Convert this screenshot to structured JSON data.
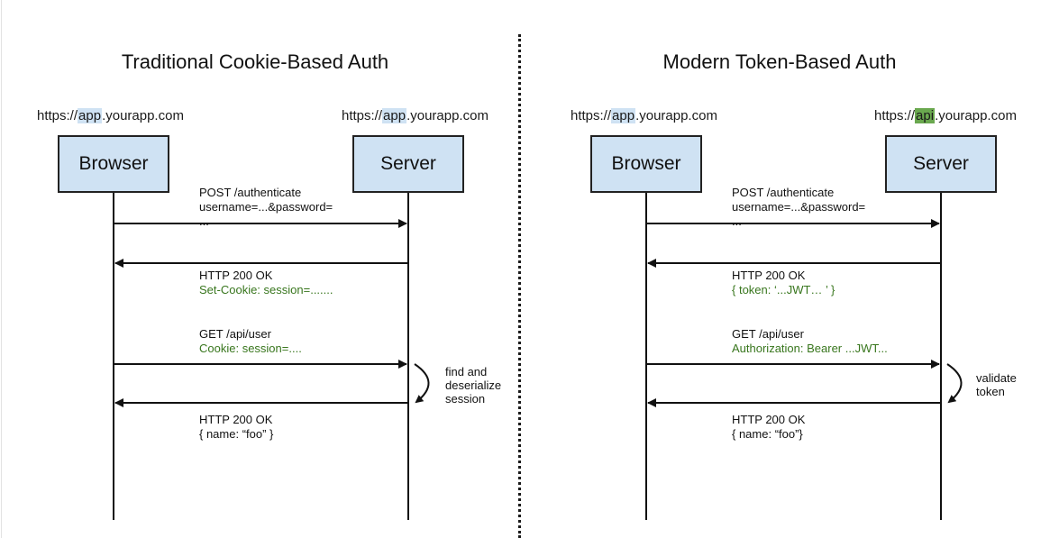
{
  "left": {
    "title": "Traditional Cookie-Based Auth",
    "client_url": {
      "prefix": "https://",
      "highlight": "app",
      "suffix": ".yourapp.com"
    },
    "server_url": {
      "prefix": "https://",
      "highlight": "app",
      "suffix": ".yourapp.com"
    },
    "client_label": "Browser",
    "server_label": "Server",
    "msg1_line1": "POST /authenticate",
    "msg1_line2": "username=...&password=",
    "msg1_line3": "...",
    "msg2_line1": "HTTP 200 OK",
    "msg2_line2": "Set-Cookie: session=.......",
    "msg3_line1": "GET /api/user",
    "msg3_line2": "Cookie: session=....",
    "note": [
      "find and",
      "deserialize",
      "session"
    ],
    "msg4_line1": "HTTP 200 OK",
    "msg4_line2": "{  name: “foo” }"
  },
  "right": {
    "title": "Modern Token-Based Auth",
    "client_url": {
      "prefix": "https://",
      "highlight": "app",
      "suffix": ".yourapp.com"
    },
    "server_url": {
      "prefix": "https://",
      "highlight": "api",
      "suffix": ".yourapp.com"
    },
    "client_label": "Browser",
    "server_label": "Server",
    "msg1_line1": "POST /authenticate",
    "msg1_line2": "username=...&password=",
    "msg1_line3": "...",
    "msg2_line1": "HTTP 200 OK",
    "msg2_line2": "{ token: ‘...JWT… ’ }",
    "msg3_line1": "GET /api/user",
    "msg3_line2": "Authorization: Bearer ...JWT...",
    "note": [
      "validate",
      "token"
    ],
    "msg4_line1": "HTTP 200 OK",
    "msg4_line2": "{ name: “foo”}"
  },
  "colors": {
    "box_fill": "#cfe2f3",
    "app_highlight": "#cfe2f3",
    "api_highlight": "#6aa84f",
    "green_text": "#38761d"
  }
}
